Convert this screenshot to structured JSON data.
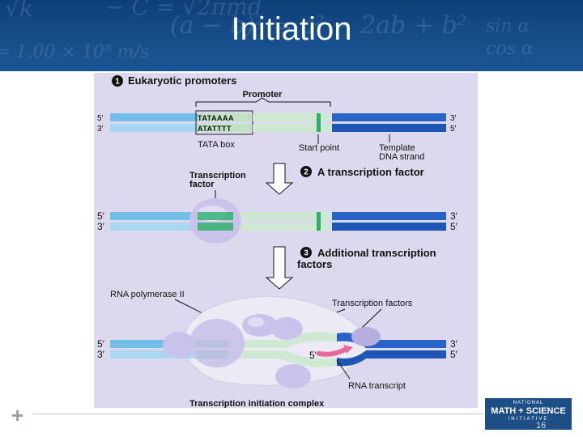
{
  "slide": {
    "title": "Initiation",
    "page_number": "16",
    "background_formulas": [
      "√k",
      "− C = √2πmd",
      "(a − b)² = a² − 2ab + b²",
      "sin α",
      "= 1.00 × 10⁸ m/s",
      "cos α"
    ],
    "colors": {
      "header": "#174f8c",
      "diagram_bg": "#dcd9ee",
      "dna_light": "#73bde9",
      "dna_dark": "#1f55b5",
      "promoter_green": "#bfe2c3",
      "tata_green": "#2bb266",
      "factor_purple": "#c9c2ea",
      "transcript_pink": "#e8699a"
    }
  },
  "diagram": {
    "step1": {
      "num": "1",
      "title": "Eukaryotic promoters"
    },
    "promoter_label": "Promoter",
    "tata_top": "TATAAAA",
    "tata_bottom": "ATATTTT",
    "tata_box": "TATA box",
    "start_point": "Start point",
    "template_line1": "Template",
    "template_line2": "DNA strand",
    "ends": {
      "five": "5′",
      "three": "3′"
    },
    "step2": {
      "num": "2",
      "title": "A transcription factor"
    },
    "tf_label1": "Transcription",
    "tf_label2": "factor",
    "step3": {
      "num": "3",
      "title1": "Additional transcription",
      "title2": "factors"
    },
    "rna_pol": "RNA polymerase II",
    "tfs": "Transcription factors",
    "rna_transcript": "RNA transcript",
    "complex": "Transcription initiation complex"
  },
  "logo": {
    "line1": "NATIONAL",
    "line2": "MATH + SCIENCE",
    "line3": "INITIATIVE"
  }
}
